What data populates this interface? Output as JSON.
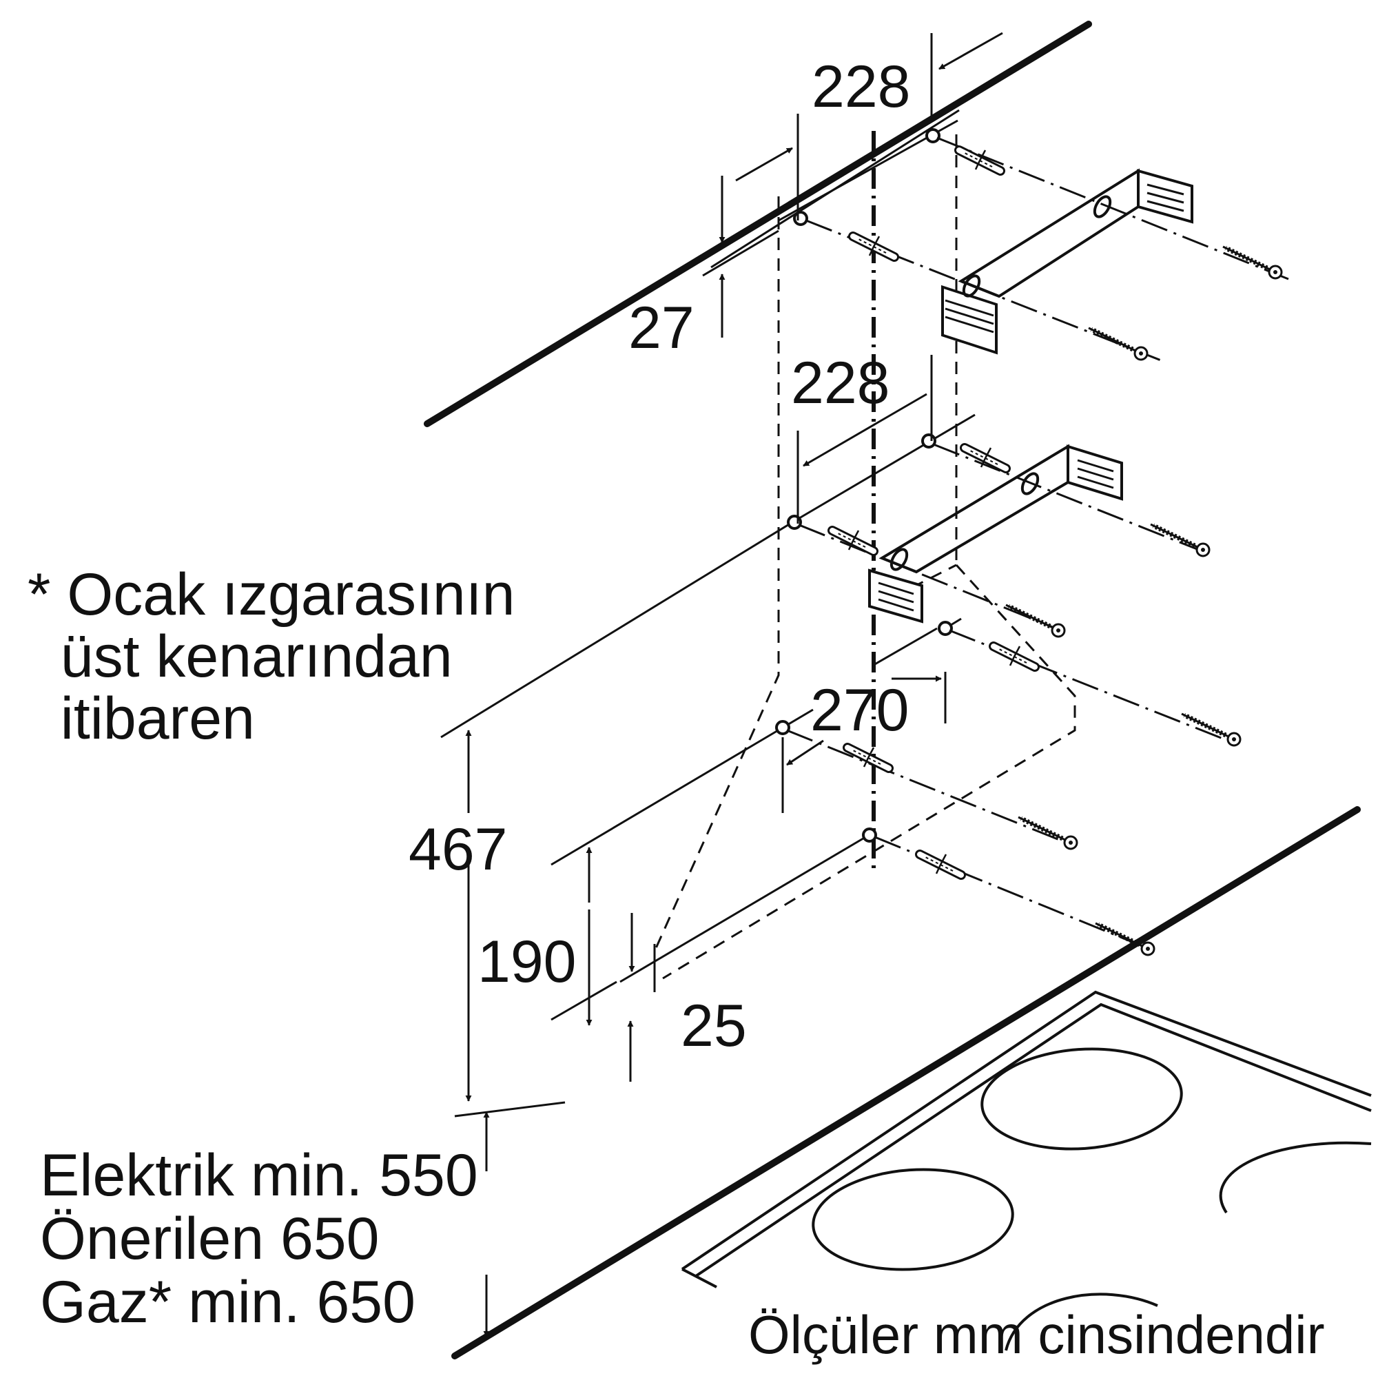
{
  "dimensions": {
    "top_hole_spacing": "228",
    "top_offset": "27",
    "middle_hole_spacing": "228",
    "lower_hole_spacing": "270",
    "bottom_offset": "25",
    "lower_height": "190",
    "upper_height": "467"
  },
  "notes": {
    "grid_note": [
      "* Ocak ızgarasının",
      "  üst kenarından",
      "  itibaren"
    ],
    "requirements": [
      "Elektrik min. 550",
      "Önerilen 650",
      "Gaz* min. 650"
    ],
    "units": "Ölçüler mm cinsindendir"
  }
}
